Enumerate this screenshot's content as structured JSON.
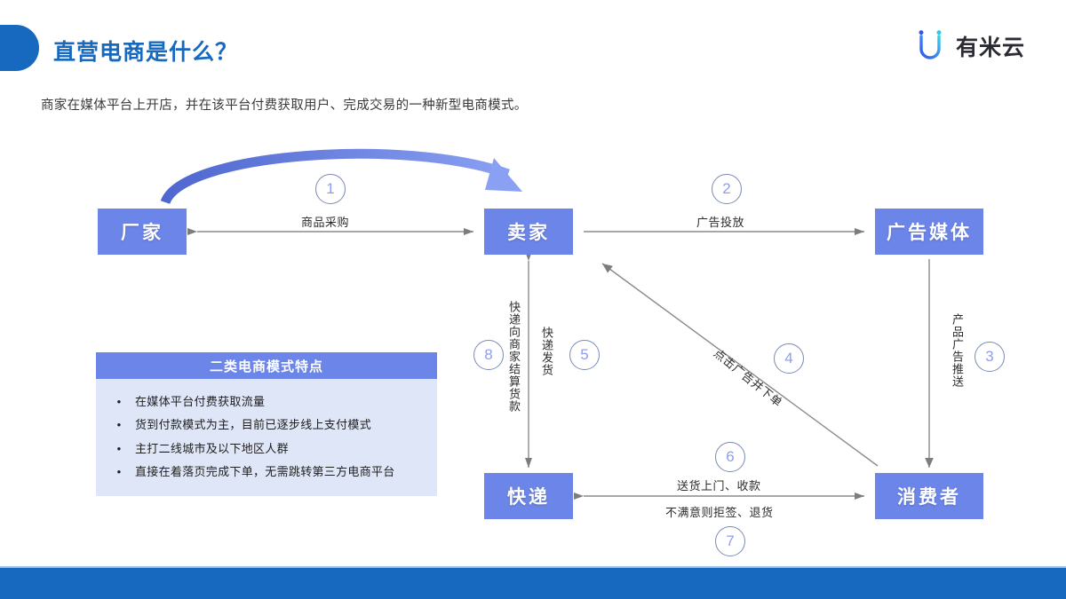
{
  "header": {
    "title": "直营电商是什么？",
    "subtitle": "商家在媒体平台上开店，并在该平台付费获取用户、完成交易的一种新型电商模式。",
    "logo_text": "有米云",
    "accent_color": "#1769C0",
    "node_color": "#6C85E8"
  },
  "diagram": {
    "nodes": {
      "factory": "厂家",
      "seller": "卖家",
      "media": "广告媒体",
      "courier": "快递",
      "consumer": "消费者"
    },
    "edge_labels": {
      "procurement": "商品采购",
      "ad_placement": "广告投放",
      "ad_push": "产品广告推送",
      "click_and_order": "点击广告并下单",
      "courier_ship": "快递发货",
      "courier_settle": "快递向商家结算货款",
      "deliver_collect": "送货上门、收款",
      "refuse_return": "不满意则拒签、退货"
    },
    "step_numbers": {
      "n1": "1",
      "n2": "2",
      "n3": "3",
      "n4": "4",
      "n5": "5",
      "n6": "6",
      "n7": "7",
      "n8": "8"
    }
  },
  "feature_box": {
    "title": "二类电商模式特点",
    "bullet": "•",
    "items": [
      "在媒体平台付费获取流量",
      "货到付款模式为主，目前已逐步线上支付模式",
      "主打二线城市及以下地区人群",
      "直接在着落页完成下单，无需跳转第三方电商平台"
    ]
  }
}
